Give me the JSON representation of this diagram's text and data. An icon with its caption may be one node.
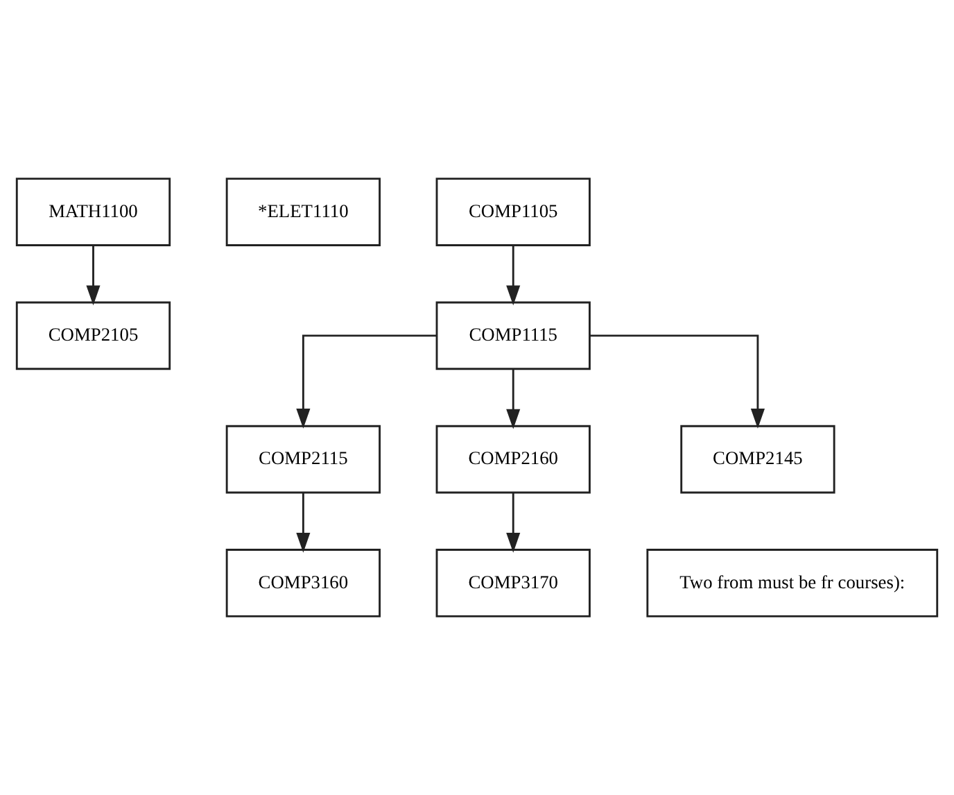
{
  "diagram": {
    "nodes": [
      {
        "text": [
          "MATH1100"
        ]
      },
      {
        "text": [
          "*ELET1110"
        ]
      },
      {
        "text": [
          "COMP1105"
        ]
      },
      {
        "text": [
          "COMP2105"
        ]
      },
      {
        "text": [
          "COMP1115"
        ]
      },
      {
        "text": [
          "COMP2115"
        ]
      },
      {
        "text": [
          "COMP2160"
        ]
      },
      {
        "text": [
          "COMP2145"
        ]
      },
      {
        "text": [
          "COMP3160"
        ]
      },
      {
        "text": [
          "COMP3170"
        ]
      },
      {
        "text": [
          "Two from must be fr courses):"
        ]
      }
    ],
    "edges": [
      {
        "from": 0,
        "to": 3,
        "arrow": "to"
      },
      {
        "from": 2,
        "to": 4,
        "arrow": "to"
      },
      {
        "from": 4,
        "to": 5,
        "arrow": "to"
      },
      {
        "from": 4,
        "to": 6,
        "arrow": "to"
      },
      {
        "from": 4,
        "to": 7,
        "arrow": "to"
      },
      {
        "from": 5,
        "to": 8,
        "arrow": "to"
      },
      {
        "from": 6,
        "to": 9,
        "arrow": "to"
      }
    ]
  }
}
